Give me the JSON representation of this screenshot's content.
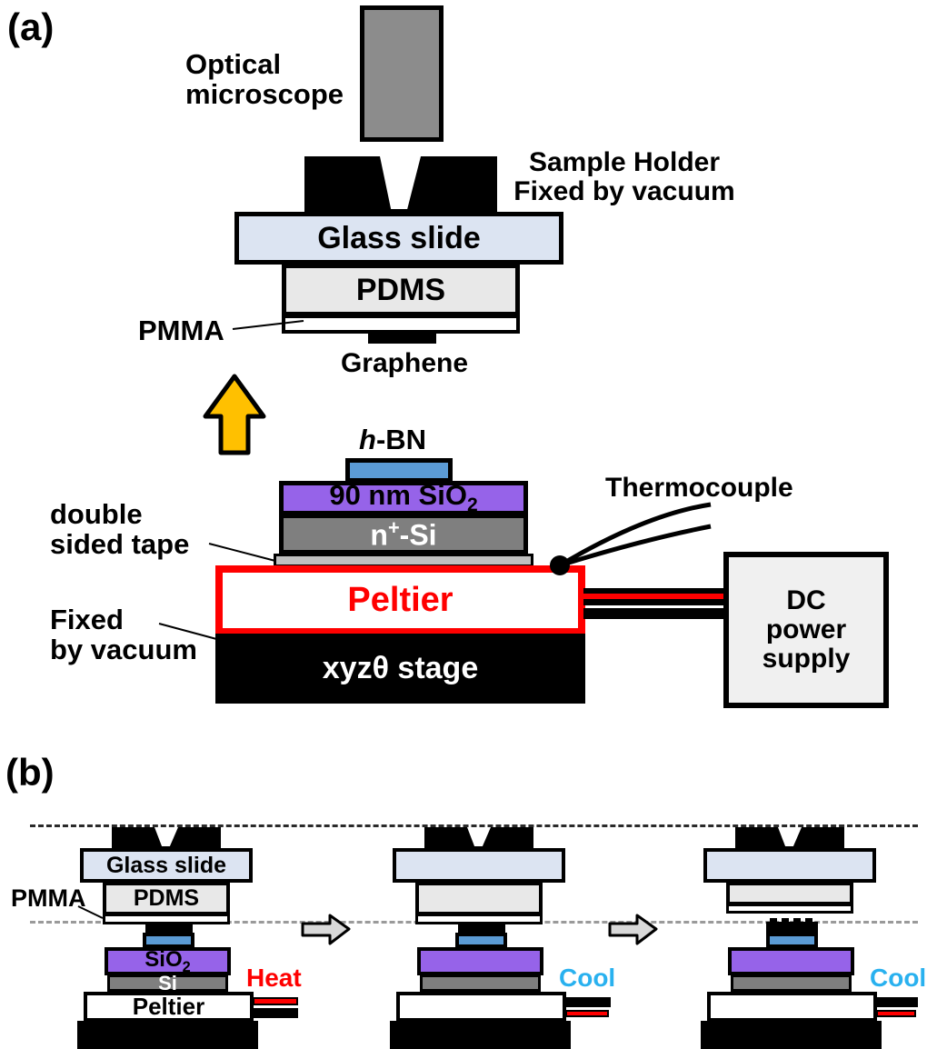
{
  "figure": {
    "panel_a_label": "(a)",
    "panel_b_label": "(b)"
  },
  "panel_a": {
    "microscope_label": "Optical\nmicroscope",
    "sample_holder_label": "Sample Holder\nFixed by vacuum",
    "glass_slide": "Glass slide",
    "pdms": "PDMS",
    "pmma": "PMMA",
    "graphene": "Graphene",
    "hbn": {
      "italic": "h",
      "rest": "-BN"
    },
    "sio2": {
      "main": "90 nm SiO",
      "sub": "2"
    },
    "si": {
      "main": "n",
      "sup": "+",
      "rest": "-Si"
    },
    "tape_label": "double\nsided tape",
    "peltier": "Peltier",
    "fixed_label": "Fixed\nby vacuum",
    "stage": "xyzθ stage",
    "thermocouple": "Thermocouple",
    "dc_supply": "DC\npower\nsupply"
  },
  "panel_b": {
    "pmma_label": "PMMA",
    "layers": {
      "glass_slide": "Glass slide",
      "pdms": "PDMS",
      "sio2_main": "SiO",
      "sio2_sub": "2",
      "si": "Si",
      "peltier": "Peltier"
    },
    "steps": [
      {
        "name": "contact-and-heat",
        "temp_label": "Heat"
      },
      {
        "name": "cool-down",
        "temp_label": "Cool"
      },
      {
        "name": "release",
        "temp_label": "Cool"
      }
    ]
  },
  "colors": {
    "glass_slide": "#dce4f2",
    "pdms": "#e8e8e8",
    "hbn_blue": "#5b9bd5",
    "sio2_purple": "#9663e9",
    "si_gray": "#7f7f7f",
    "tape_gray": "#bfbfbf",
    "microscope_gray": "#8c8c8c",
    "dc_box_gray": "#f0f0f0",
    "peltier_border_red": "#ff0000",
    "heat_red": "#ff0000",
    "cool_cyan": "#29b1ef",
    "up_arrow_orange": "#ffc000",
    "step_arrow_gray": "#d9d9d9"
  }
}
